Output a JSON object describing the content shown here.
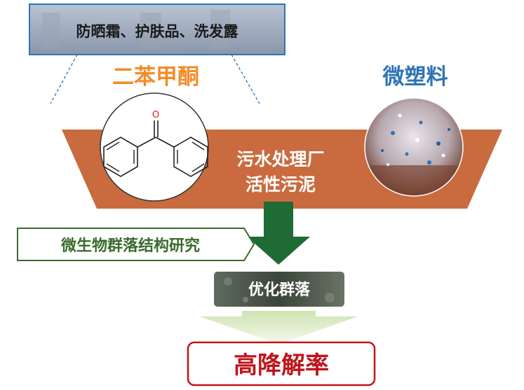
{
  "products_box": {
    "label": "防晒霜、护肤品、洗发露"
  },
  "compound": {
    "label": "二苯甲酮",
    "color": "#f28c28"
  },
  "microplastic": {
    "label": "微塑料",
    "color": "#2e74b5"
  },
  "sludge": {
    "line1": "污水处理厂",
    "line2": "活性污泥",
    "color": "#c96b3f"
  },
  "study_tag": {
    "label": "微生物群落结构研究",
    "color": "#3b6b2e"
  },
  "flow_arrow": {
    "color": "#1e6b35"
  },
  "optimized": {
    "label": "优化群落"
  },
  "result": {
    "label": "高降解率",
    "color": "#c0141b"
  },
  "molecule": {
    "atom": "O"
  }
}
